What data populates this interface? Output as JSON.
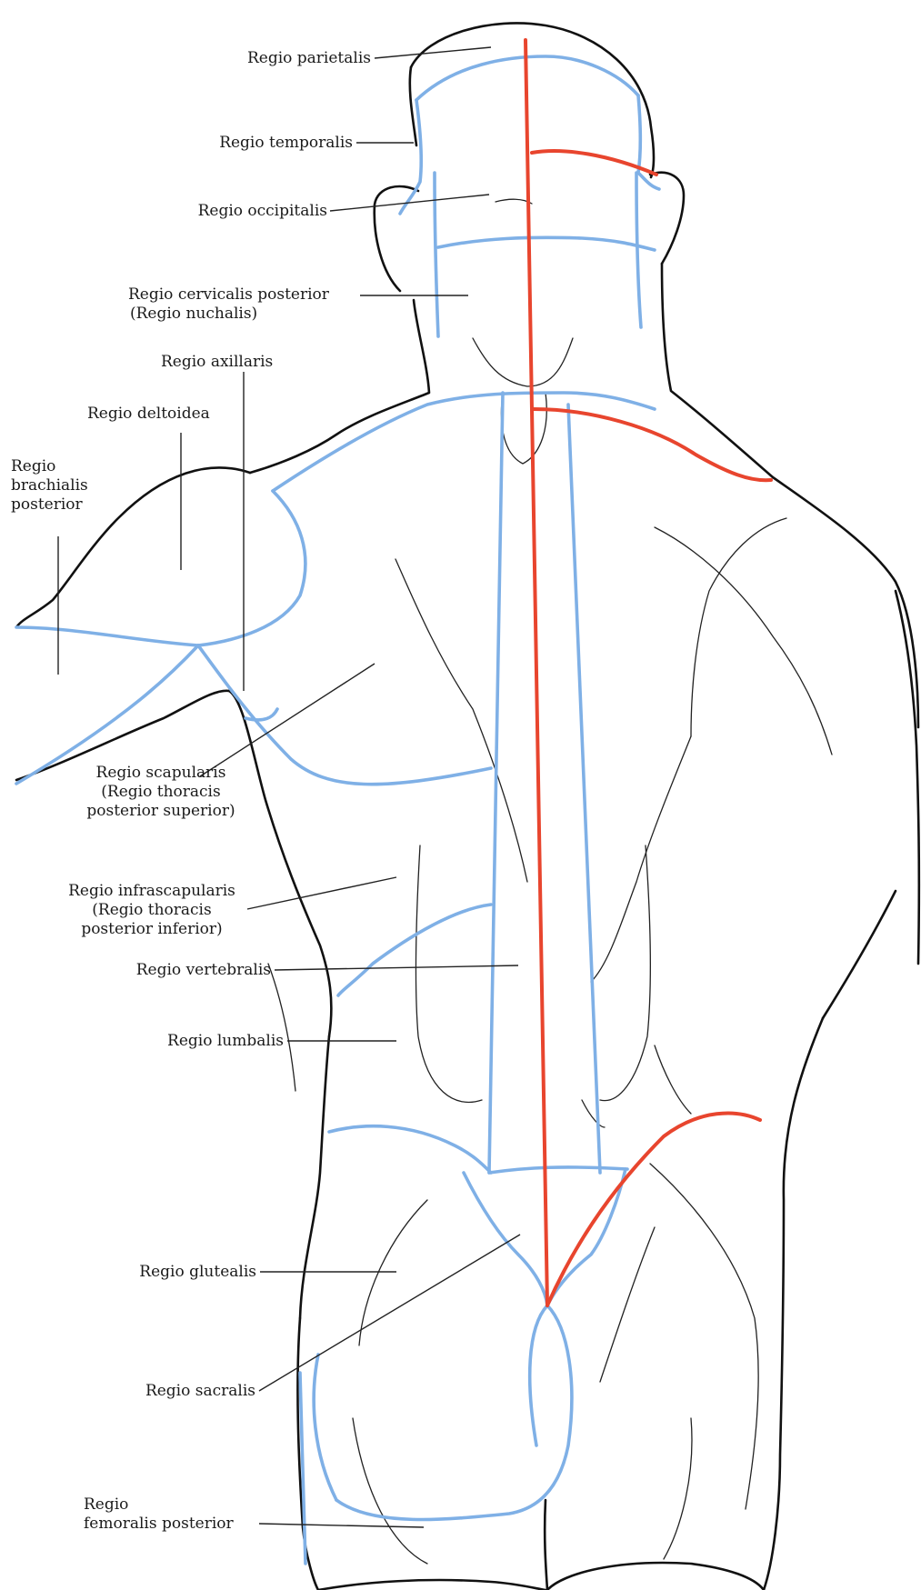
{
  "colors": {
    "region_border": "#7fb0e6",
    "midline": "#e8452e",
    "outline": "#111111"
  },
  "labels": {
    "parietalis": "Regio parietalis",
    "temporalis": "Regio temporalis",
    "occipitalis": "Regio occipitalis",
    "cervicalis": [
      "Regio cervicalis posterior",
      "(Regio nuchalis)"
    ],
    "axillaris": "Regio axillaris",
    "deltoidea": "Regio deltoidea",
    "brachialis": [
      "Regio",
      "brachialis",
      "posterior"
    ],
    "scapularis": [
      "Regio scapularis",
      "(Regio thoracis",
      "posterior superior)"
    ],
    "infrascapularis": [
      "Regio infrascapularis",
      "(Regio thoracis",
      "posterior inferior)"
    ],
    "vertebralis": "Regio vertebralis",
    "lumbalis": "Regio lumbalis",
    "glutealis": "Regio glutealis",
    "sacralis": "Regio sacralis",
    "femoralis": [
      "Regio",
      "femoralis posterior"
    ]
  }
}
